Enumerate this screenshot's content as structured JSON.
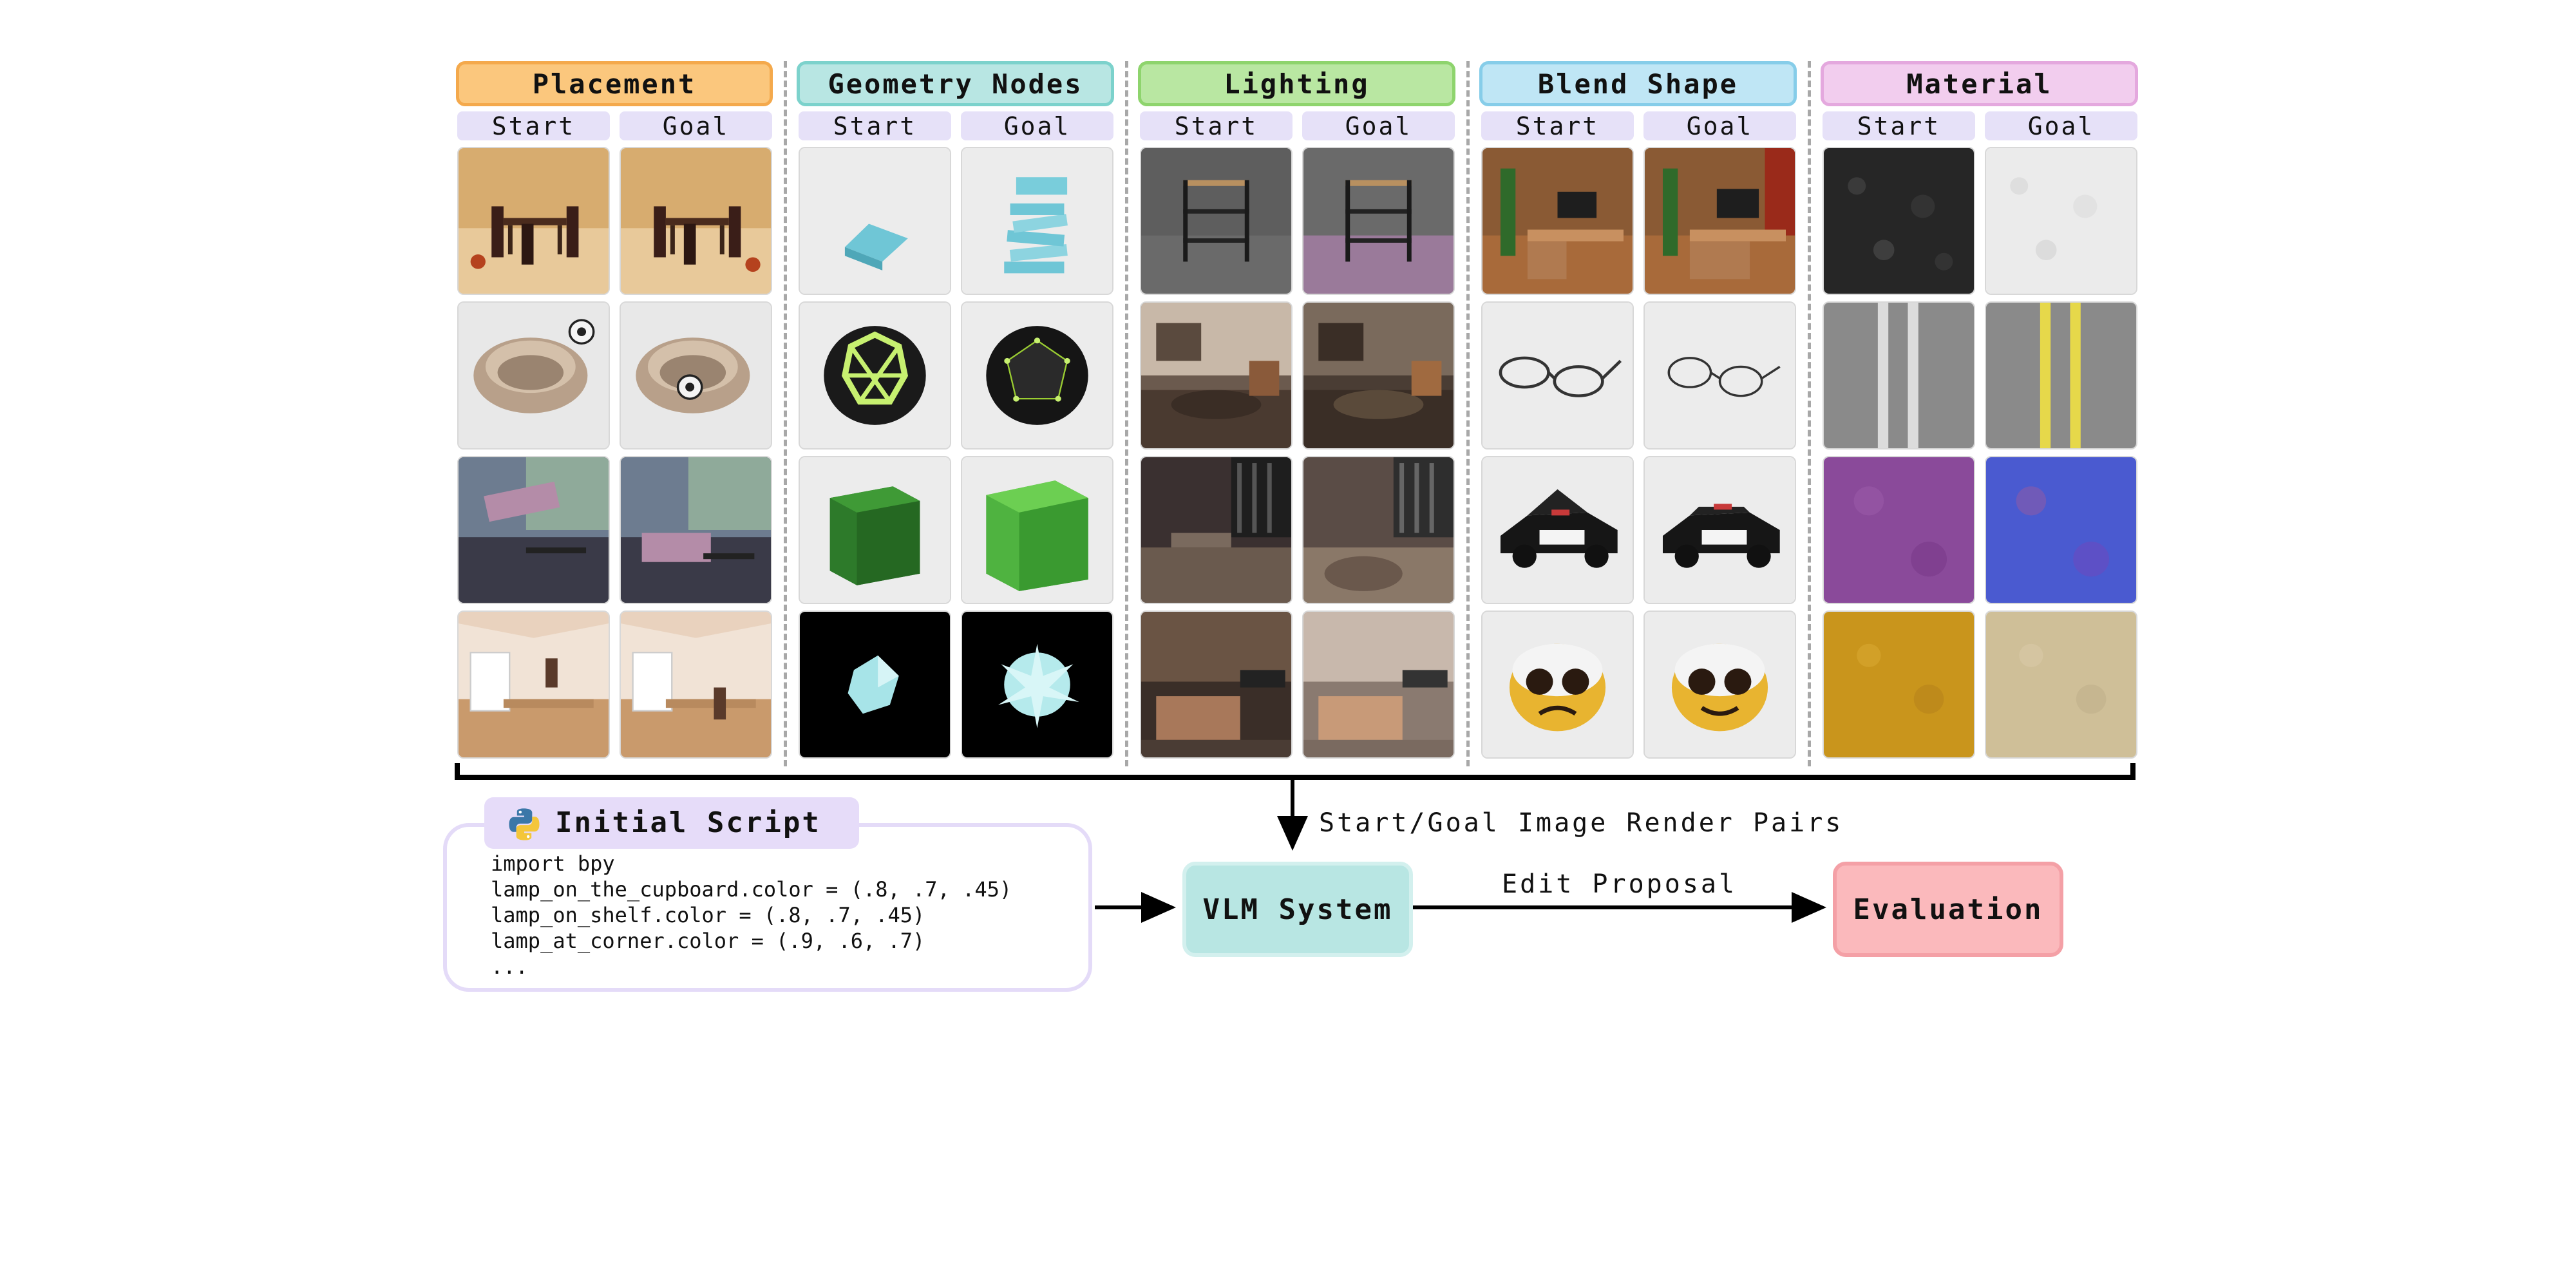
{
  "categories": [
    {
      "name": "Placement",
      "fill": "#fbc77d",
      "border": "#f4a94c"
    },
    {
      "name": "Geometry Nodes",
      "fill": "#b8e6e3",
      "border": "#7cd2cc"
    },
    {
      "name": "Lighting",
      "fill": "#b9e7a2",
      "border": "#8ed46d"
    },
    {
      "name": "Blend Shape",
      "fill": "#bfe6f5",
      "border": "#86cde9"
    },
    {
      "name": "Material",
      "fill": "#f2cdee",
      "border": "#e4a8de"
    }
  ],
  "subgroup_labels": {
    "start": "Start",
    "goal": "Goal"
  },
  "script": {
    "title": "Initial Script",
    "lines": [
      "import bpy",
      "lamp_on_the_cupboard.color = (.8, .7, .45)",
      "lamp_on_shelf.color = (.8, .7, .45)",
      "lamp_at_corner.color = (.9, .6, .7)",
      "..."
    ]
  },
  "flow": {
    "render_pairs_label": "Start/Goal Image Render Pairs",
    "edit_proposal_label": "Edit Proposal",
    "vlm_label": "VLM System",
    "eval_label": "Evaluation"
  },
  "colors": {
    "vlm_fill": "#b8e6e3",
    "vlm_border": "#d3f0ee",
    "eval_fill": "#fbb9bc",
    "eval_border": "#f4a0a6",
    "script_border": "#e4dbf8",
    "script_tab": "#e6dcf9"
  }
}
